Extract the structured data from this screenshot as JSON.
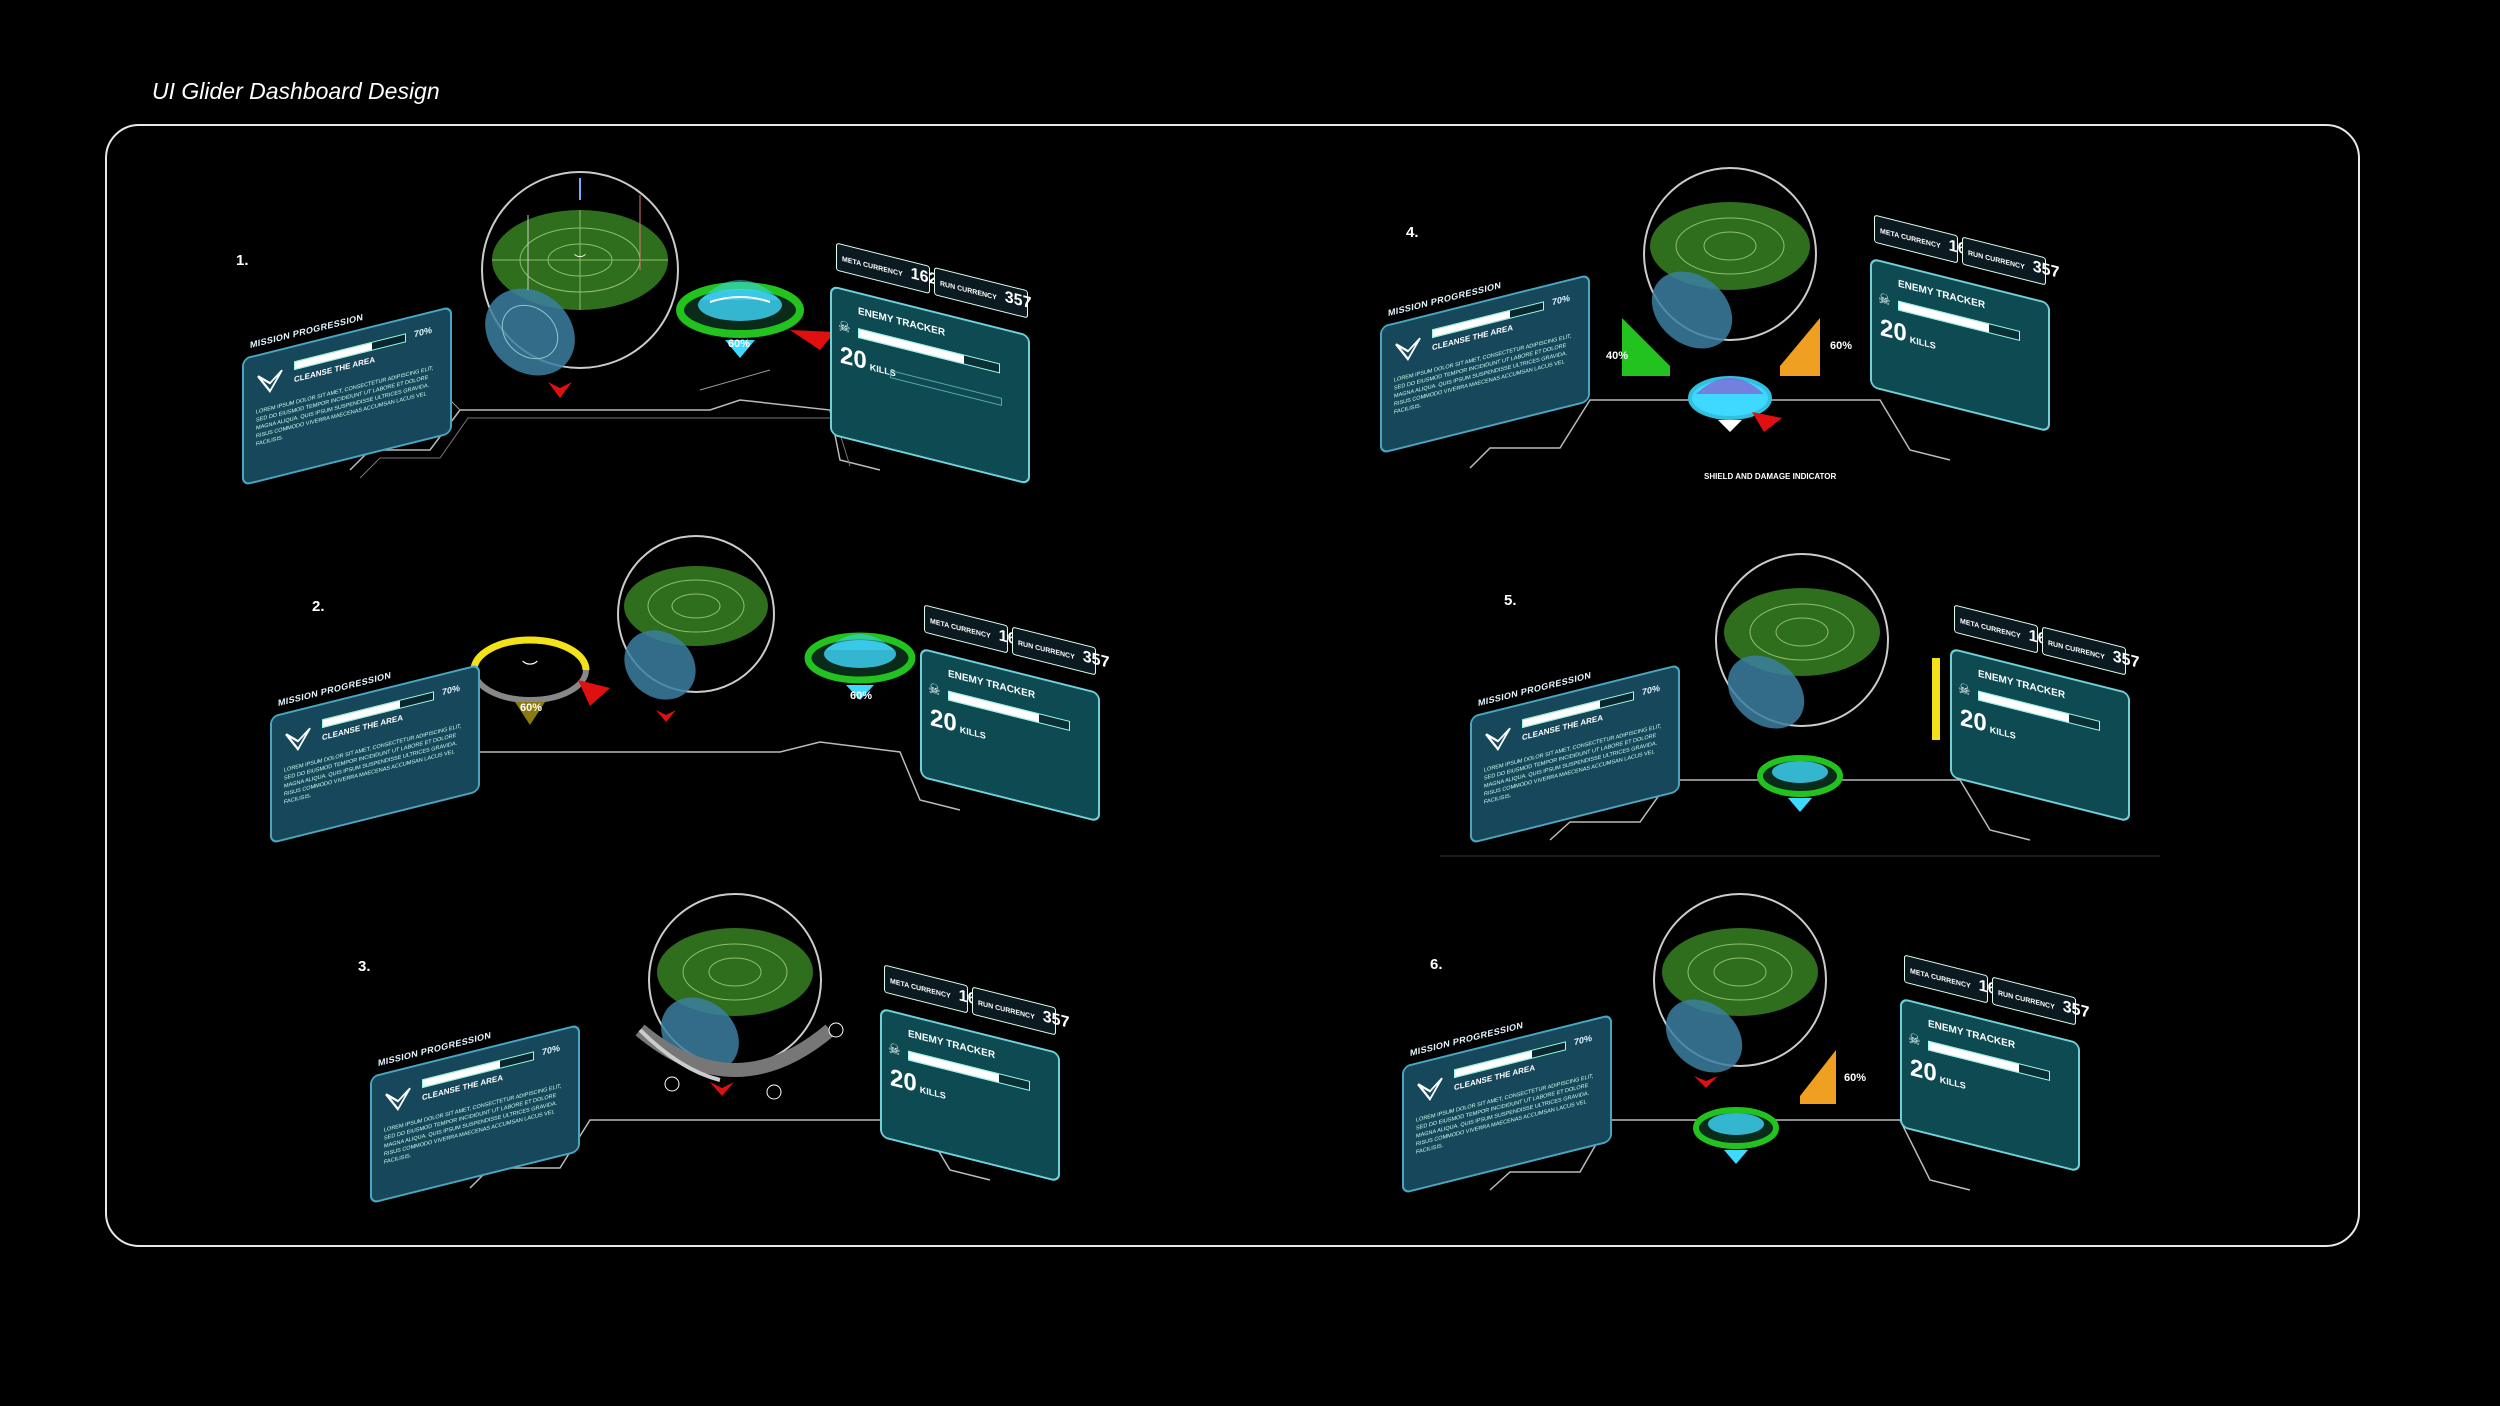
{
  "page": {
    "title": "UI Glider Dashboard Design"
  },
  "variants": [
    {
      "label": "1."
    },
    {
      "label": "2."
    },
    {
      "label": "3."
    },
    {
      "label": "4."
    },
    {
      "label": "5."
    },
    {
      "label": "6."
    }
  ],
  "mission": {
    "title": "MISSION PROGRESSION",
    "objective": "CLEANSE THE AREA",
    "progress_label": "70%",
    "progress": 0.7,
    "description": "LOREM IPSUM DOLOR SIT AMET, CONSECTETUR ADIPISCING ELIT, SED DO EIUSMOD TEMPOR INCIDIDUNT UT LABORE ET DOLORE MAGNA ALIQUA. QUIS IPSUM SUSPENDISSE ULTRICES GRAVIDA. RISUS COMMODO VIVERRA MAECENAS ACCUMSAN LACUS VEL FACILISIS."
  },
  "currency": {
    "meta_label": "META CURRENCY",
    "meta_value": "162",
    "run_label": "RUN CURRENCY",
    "run_value": "357"
  },
  "tracker": {
    "title": "ENEMY TRACKER",
    "kills_value": "20",
    "kills_label": "KILLS",
    "progress": 0.75
  },
  "gauges": {
    "shield_pct": "60%",
    "left_pct": "40%",
    "right_pct": "60%",
    "shield_caption": "SHIELD AND DAMAGE INDICATOR"
  },
  "icons": [
    "glider-logo-icon",
    "skull-icon",
    "heart-icon",
    "lightning-icon",
    "shield-icon",
    "bird-icon"
  ],
  "colors": {
    "radar_green": "#2f6e1c",
    "panel_blue": "#16475a",
    "panel_teal": "#0d4a52",
    "shield_cyan": "#3fd9ff",
    "ring_green": "#22c21f",
    "ring_yellow": "#f3e21a",
    "alert_red": "#e01010",
    "amber": "#f0a020"
  }
}
